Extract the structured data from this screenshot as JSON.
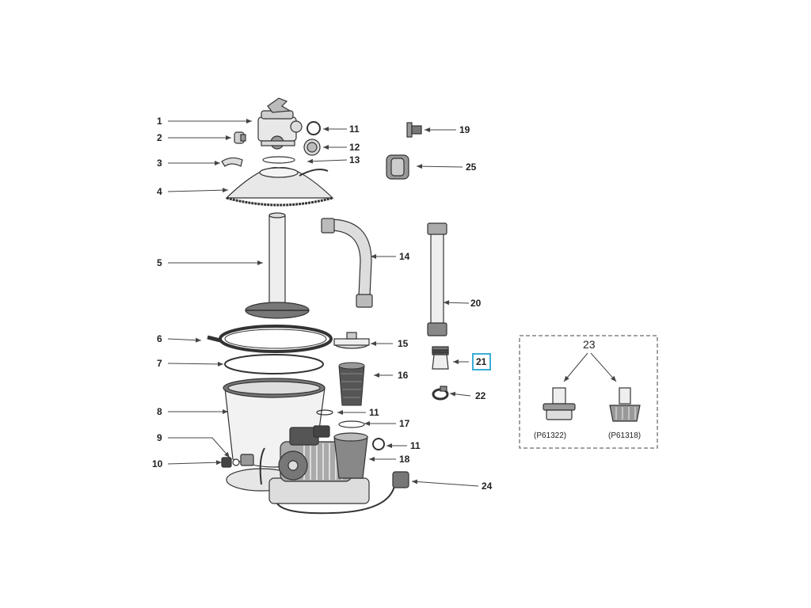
{
  "diagram": {
    "highlight_color": "#3aaed8",
    "line_color": "#444444",
    "part_labels": {
      "p1": "1",
      "p2": "2",
      "p3": "3",
      "p4": "4",
      "p5": "5",
      "p6": "6",
      "p7": "7",
      "p8": "8",
      "p9": "9",
      "p10": "10",
      "p11a": "11",
      "p11b": "11",
      "p11c": "11",
      "p12": "12",
      "p13": "13",
      "p14": "14",
      "p15": "15",
      "p16": "16",
      "p17": "17",
      "p18": "18",
      "p19": "19",
      "p20": "20",
      "p21": "21",
      "p22": "22",
      "p23": "23",
      "p24": "24",
      "p25": "25"
    },
    "highlighted_part": "21",
    "inset": {
      "label": "23",
      "variant_left_code": "(P61322)",
      "variant_right_code": "(P61318)"
    }
  }
}
